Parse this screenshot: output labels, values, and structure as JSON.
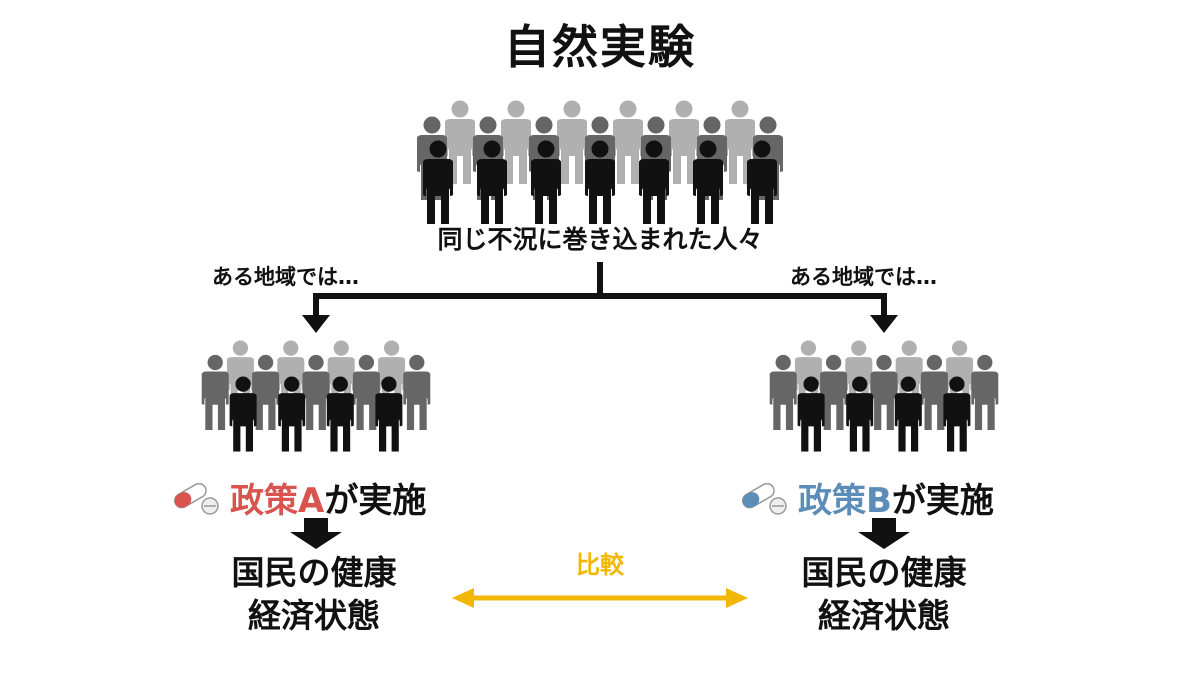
{
  "title": "自然実験",
  "top_caption": "同じ不況に巻き込まれた人々",
  "branches": {
    "left_label": "ある地域では…",
    "right_label": "ある地域では…"
  },
  "policies": {
    "left": {
      "name": "政策A",
      "suffix": "が実施",
      "color": "#d9534f"
    },
    "right": {
      "name": "政策B",
      "suffix": "が実施",
      "color": "#5b8db8"
    }
  },
  "outcomes": {
    "left": {
      "line1": "国民の健康",
      "line2": "経済状態"
    },
    "right": {
      "line1": "国民の健康",
      "line2": "経済状態"
    }
  },
  "comparison": {
    "label": "比較",
    "color": "#f2b705"
  },
  "colors": {
    "people_back": "#b0b0b0",
    "people_mid": "#666666",
    "people_front": "#111111",
    "arrow": "#111111"
  },
  "icons": [
    "people-crowd-icon",
    "pill-capsule-icon",
    "down-arrow-icon",
    "double-arrow-icon"
  ]
}
